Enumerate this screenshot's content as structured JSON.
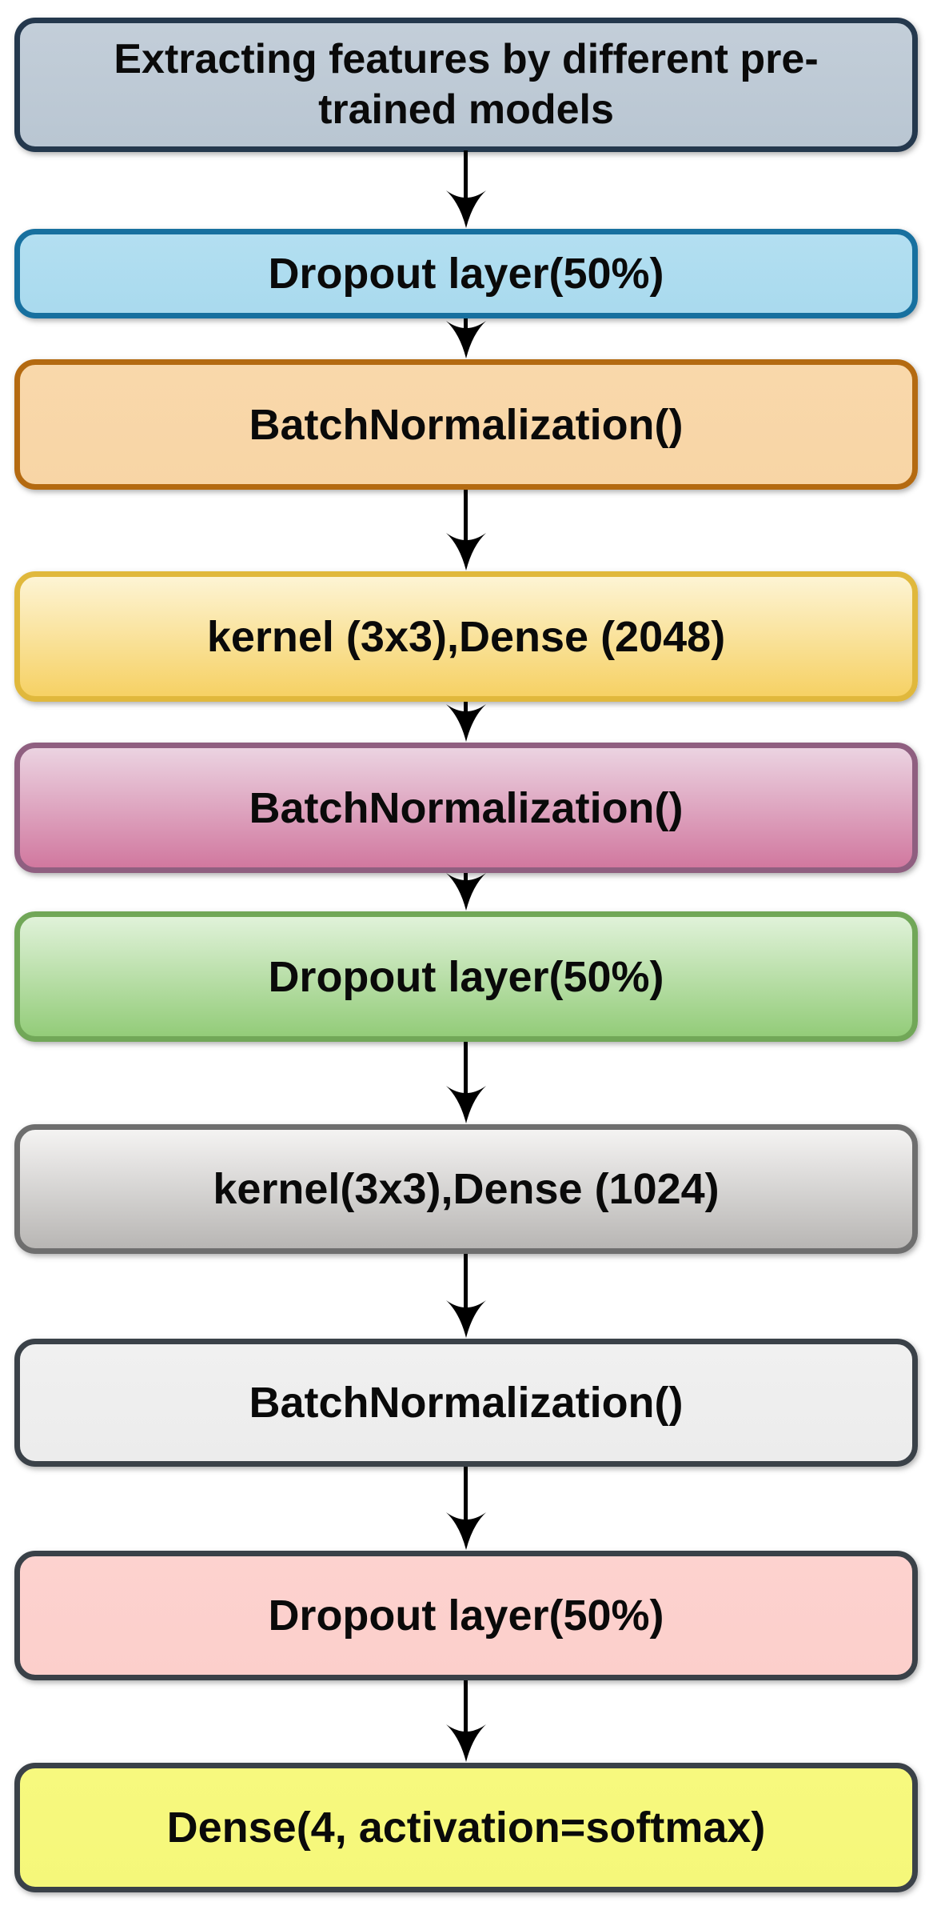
{
  "diagram": {
    "type": "flowchart",
    "direction": "top-down",
    "background_color": "#ffffff",
    "arrow_color": "#000000",
    "text_color": "#0a0a0a",
    "nodes": [
      {
        "id": "n1",
        "label": "Extracting features by different pre-trained models",
        "lines": [
          "Extracting features by different pre-",
          "trained models"
        ],
        "fill_top": "#c3ced9",
        "fill_bottom": "#b9c6d2",
        "border": "#24384d"
      },
      {
        "id": "n2",
        "label": "Dropout layer(50%)",
        "lines": [
          "Dropout layer(50%)"
        ],
        "fill_top": "#b3dff1",
        "fill_bottom": "#a9daee",
        "border": "#17709f"
      },
      {
        "id": "n3",
        "label": "BatchNormalization()",
        "lines": [
          "BatchNormalization()"
        ],
        "fill_top": "#f9d8ab",
        "fill_bottom": "#f8d5a5",
        "border": "#b46a11"
      },
      {
        "id": "n4",
        "label": "kernel (3x3),Dense (2048)",
        "lines": [
          "kernel (3x3),Dense (2048)"
        ],
        "fill_top": "#fdf4d4",
        "fill_bottom": "#f6d164",
        "border": "#e0b83c"
      },
      {
        "id": "n5",
        "label": "BatchNormalization()",
        "lines": [
          "BatchNormalization()"
        ],
        "fill_top": "#ebd3e1",
        "fill_bottom": "#d1789f",
        "border": "#8f5f80"
      },
      {
        "id": "n6",
        "label": "Dropout layer(50%)",
        "lines": [
          "Dropout layer(50%)"
        ],
        "fill_top": "#e0f2d9",
        "fill_bottom": "#93cc79",
        "border": "#71a758"
      },
      {
        "id": "n7",
        "label": "kernel(3x3),Dense (1024)",
        "lines": [
          "kernel(3x3),Dense (1024)"
        ],
        "fill_top": "#f4f3f2",
        "fill_bottom": "#b8b6b4",
        "border": "#6e6e6e"
      },
      {
        "id": "n8",
        "label": "BatchNormalization()",
        "lines": [
          "BatchNormalization()"
        ],
        "fill_top": "#f0f0f0",
        "fill_bottom": "#ececec",
        "border": "#3a4148"
      },
      {
        "id": "n9",
        "label": "Dropout layer(50%)",
        "lines": [
          "Dropout layer(50%)"
        ],
        "fill_top": "#fdd2cf",
        "fill_bottom": "#fccfcb",
        "border": "#3a4148"
      },
      {
        "id": "n10",
        "label": "Dense(4, activation=softmax)",
        "lines": [
          "Dense(4, activation=softmax)"
        ],
        "fill_top": "#f7f97e",
        "fill_bottom": "#f5f77a",
        "border": "#3a4148"
      }
    ],
    "edges": [
      {
        "from": "n1",
        "to": "n2"
      },
      {
        "from": "n2",
        "to": "n3"
      },
      {
        "from": "n3",
        "to": "n4"
      },
      {
        "from": "n4",
        "to": "n5"
      },
      {
        "from": "n5",
        "to": "n6"
      },
      {
        "from": "n6",
        "to": "n7"
      },
      {
        "from": "n7",
        "to": "n8"
      },
      {
        "from": "n8",
        "to": "n9"
      },
      {
        "from": "n9",
        "to": "n10"
      }
    ]
  }
}
